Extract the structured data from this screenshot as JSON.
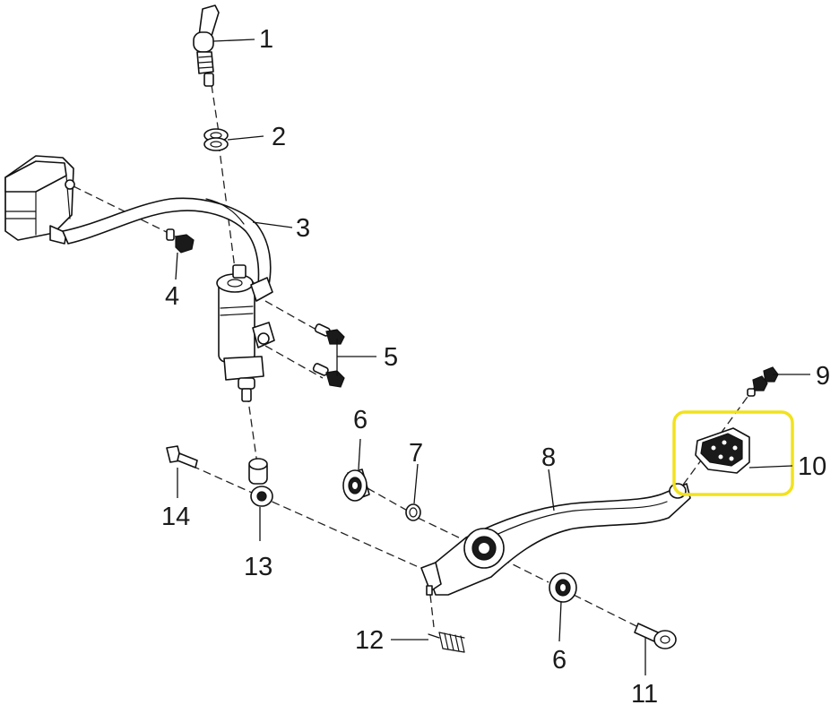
{
  "callouts": {
    "c1": "1",
    "c2": "2",
    "c3": "3",
    "c4": "4",
    "c5": "5",
    "c6a": "6",
    "c6b": "6",
    "c7": "7",
    "c8": "8",
    "c9": "9",
    "c10": "10",
    "c11": "11",
    "c12": "12",
    "c13": "13",
    "c14": "14"
  },
  "colors": {
    "highlight": "#f2e21c",
    "line": "#111111",
    "background": "#ffffff"
  }
}
